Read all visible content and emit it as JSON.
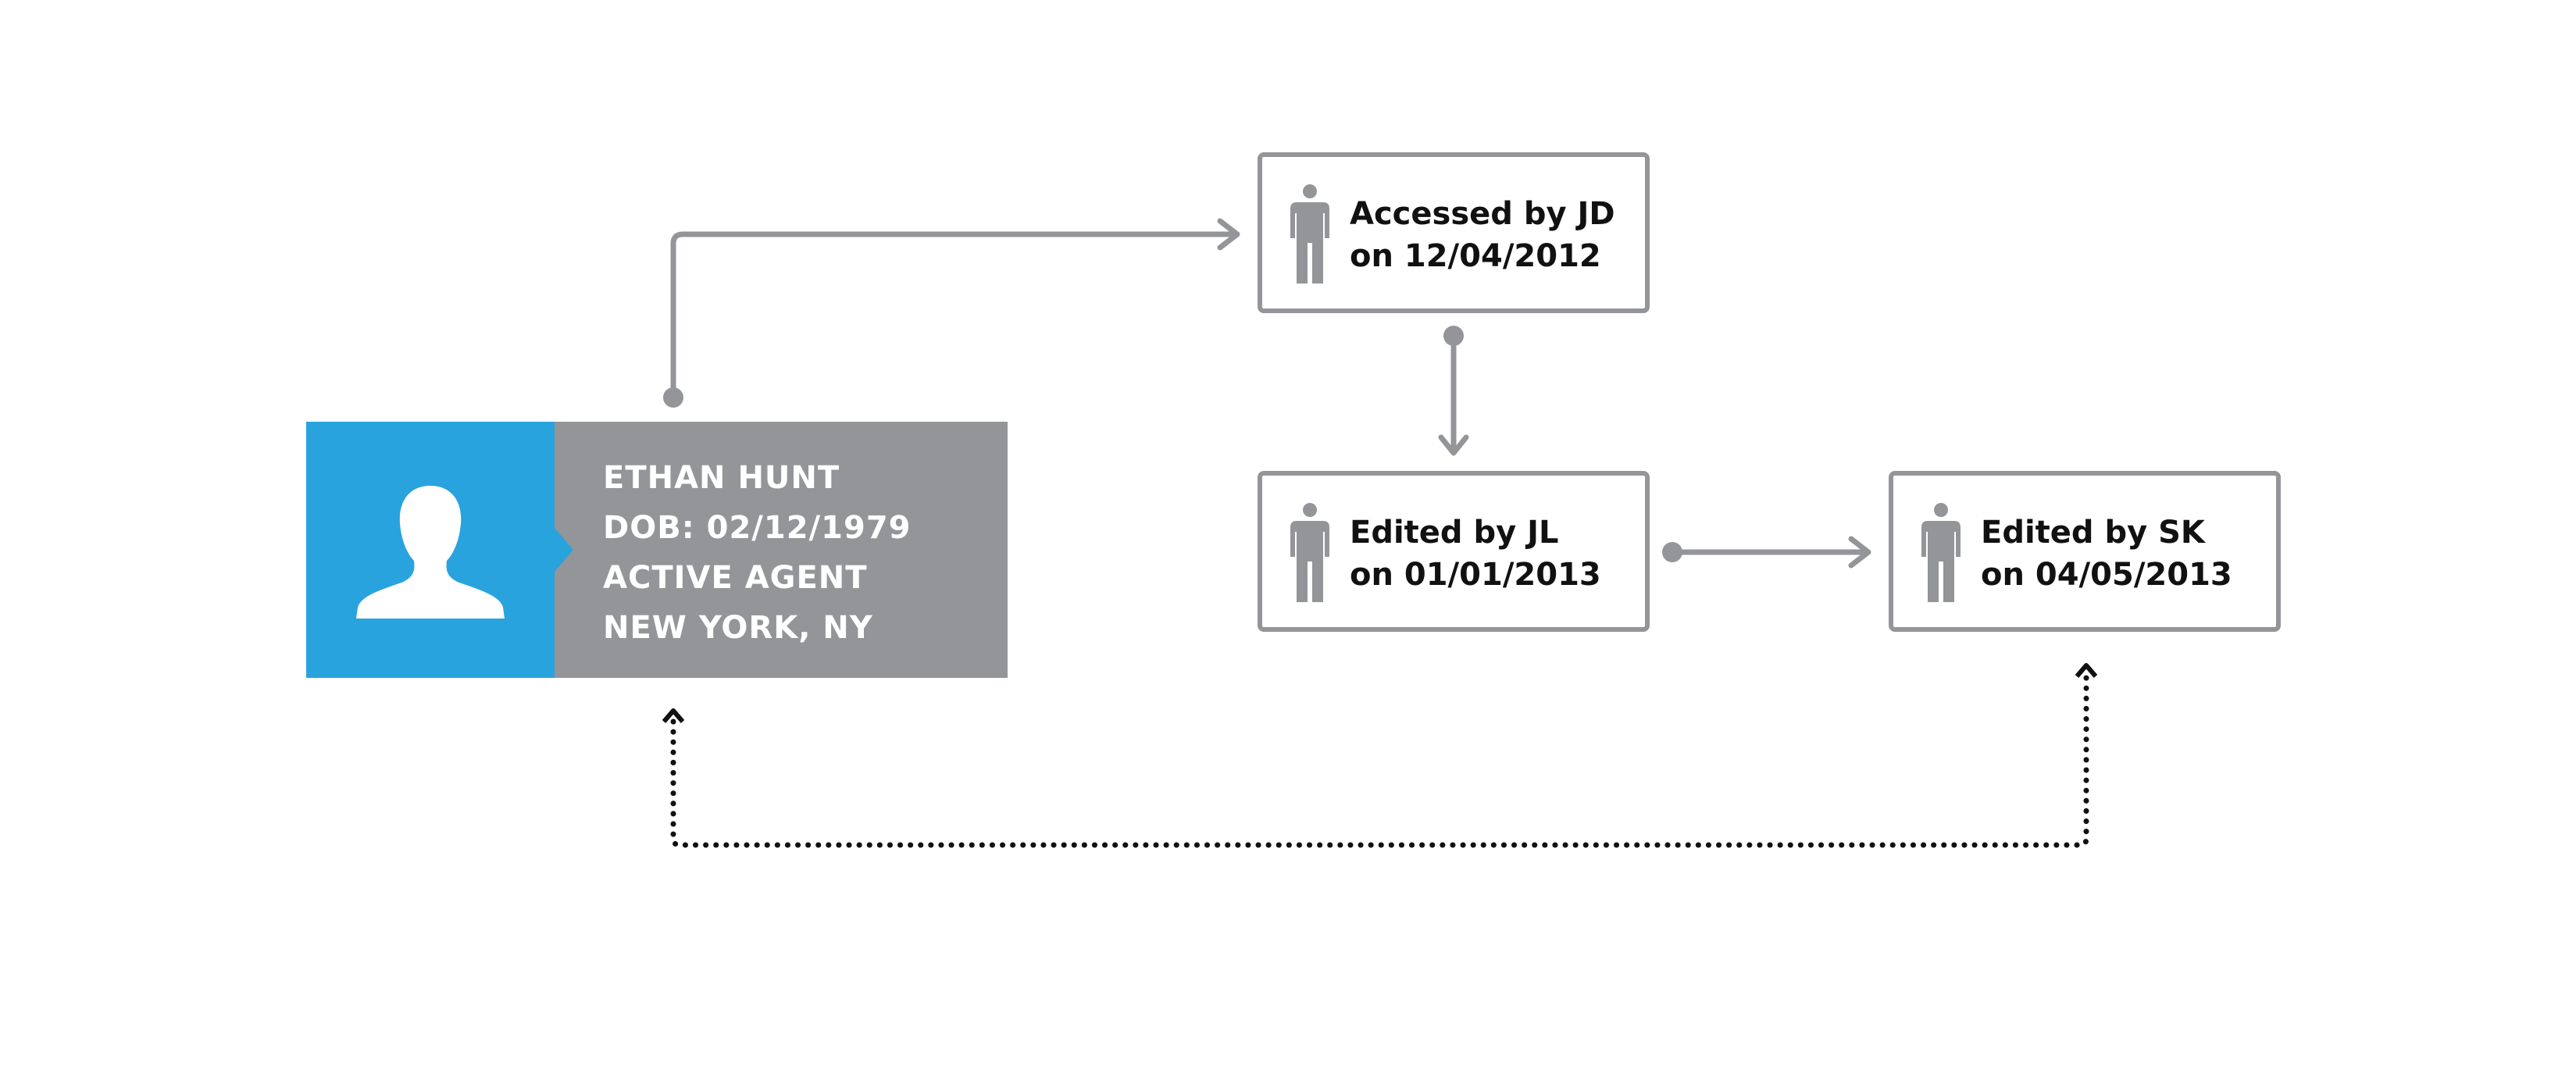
{
  "profile": {
    "name": "ETHAN HUNT",
    "dob": "DOB: 02/12/1979",
    "status": "ACTIVE AGENT",
    "location": "NEW YORK, NY",
    "avatar_icon": "person-silhouette-icon",
    "avatar_color": "#29a3dd",
    "info_color": "#939598"
  },
  "events": [
    {
      "line1": "Accessed by JD",
      "line2": "on 12/04/2012",
      "icon": "person-icon"
    },
    {
      "line1": "Edited by JL",
      "line2": "on 01/01/2013",
      "icon": "person-icon"
    },
    {
      "line1": "Edited by SK",
      "line2": "on 04/05/2013",
      "icon": "person-icon"
    }
  ],
  "connectors": {
    "solid_color": "#939598",
    "dotted_color": "#111111"
  }
}
